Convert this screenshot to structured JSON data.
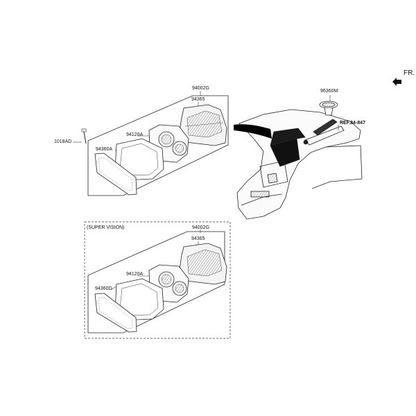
{
  "labels": {
    "fr": "FR.",
    "ref": "REF.84-847",
    "part_96360m": "96360M",
    "part_1018ad": "1018AD",
    "top_94002g": "94002G",
    "top_94365": "94365",
    "top_94120a": "94120A",
    "top_94360a": "94360A",
    "super_vision": "(SUPER VISION)",
    "bot_94002g": "94002G",
    "bot_94365": "94365",
    "bot_94120a": "94120A",
    "bot_94360d": "94360D"
  }
}
